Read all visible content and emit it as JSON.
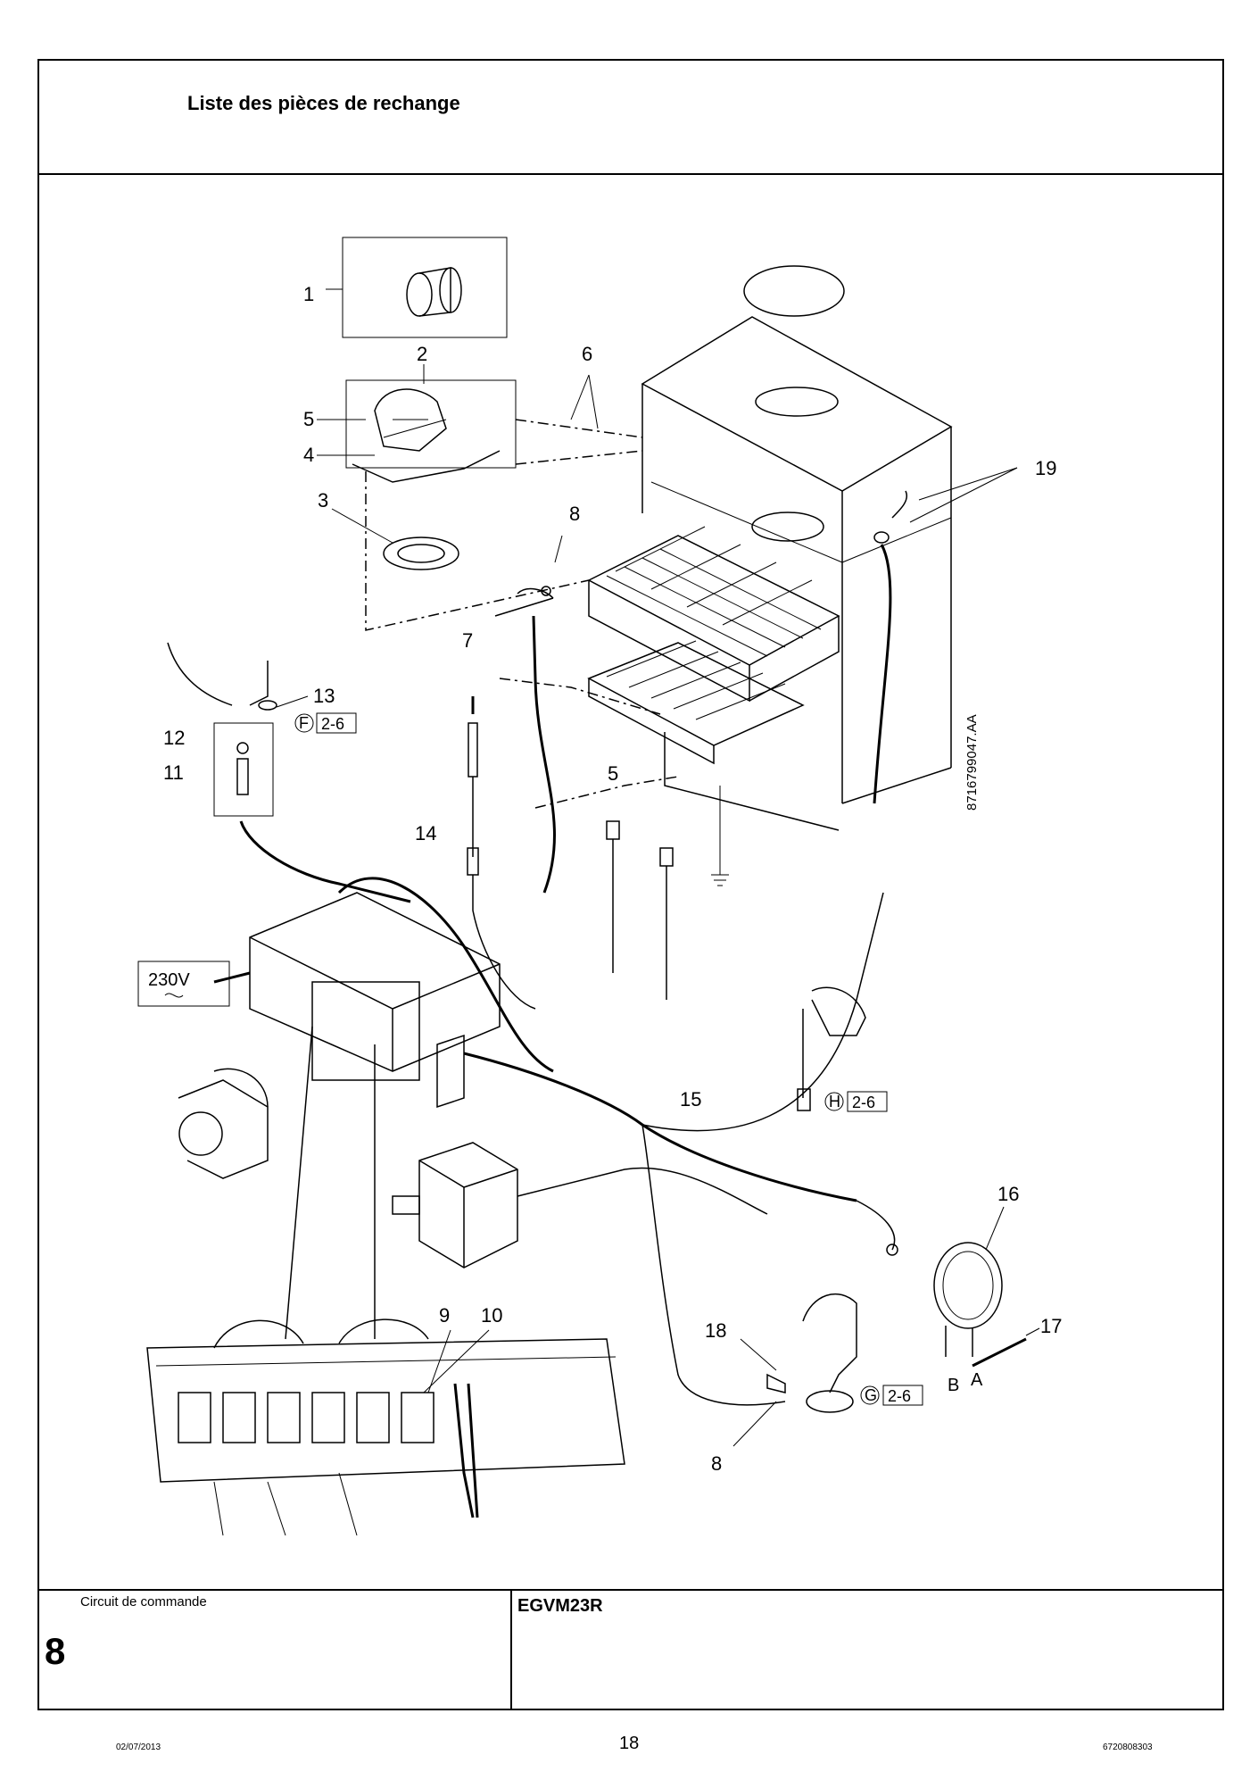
{
  "header": {
    "title": "Liste des pièces de rechange"
  },
  "diagram": {
    "callouts": [
      "1",
      "2",
      "3",
      "4",
      "5",
      "6",
      "7",
      "8",
      "11",
      "12",
      "13",
      "14",
      "5",
      "15",
      "16",
      "17",
      "18",
      "8",
      "9",
      "10",
      "19"
    ],
    "cross_refs": [
      {
        "letter": "F",
        "code": "2-6"
      },
      {
        "letter": "H",
        "code": "2-6"
      },
      {
        "letter": "G",
        "code": "2-6"
      }
    ],
    "voltage_label": "230V",
    "connector_labels": [
      "B",
      "A"
    ],
    "drawing_code": "8716799047.AA"
  },
  "footer": {
    "section_caption": "Circuit de commande",
    "section_number": "8",
    "model": "EGVM23R",
    "date": "02/07/2013",
    "page": "18",
    "doc_number": "6720808303"
  }
}
